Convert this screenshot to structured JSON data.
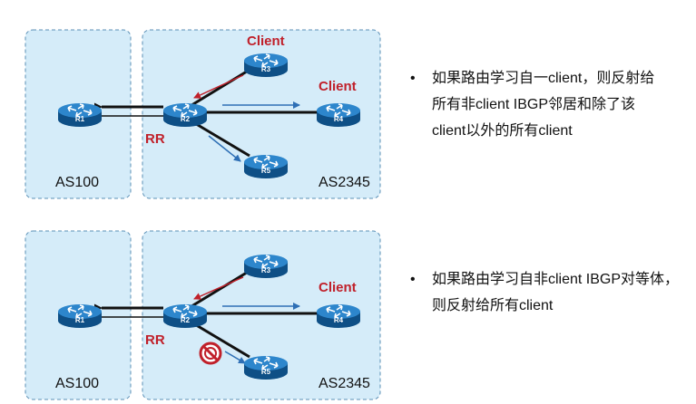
{
  "colors": {
    "as_fill": "#d5ecf9",
    "red": "#c0202a",
    "blue": "#2e6fb5",
    "black": "#111111",
    "router": "#1e73b8"
  },
  "panels": [
    {
      "as_left": "AS100",
      "as_right": "AS2345",
      "routers": [
        "R1",
        "R2",
        "R3",
        "R4",
        "R5"
      ],
      "labels": {
        "r3_client": "Client",
        "r4_client": "Client",
        "rr": "RR"
      },
      "bullet": "•",
      "text_lines": [
        "如果路由学习自一client，则反射给",
        "所有非client  IBGP邻居和除了该",
        "client以外的所有client"
      ]
    },
    {
      "as_left": "AS100",
      "as_right": "AS2345",
      "routers": [
        "R1",
        "R2",
        "R3",
        "R4",
        "R5"
      ],
      "labels": {
        "r4_client": "Client",
        "rr": "RR"
      },
      "bullet": "•",
      "text_lines": [
        "如果路由学习自非client IBGP对等体，",
        "则反射给所有client"
      ],
      "icons": [
        "no-entry-icon"
      ]
    }
  ]
}
